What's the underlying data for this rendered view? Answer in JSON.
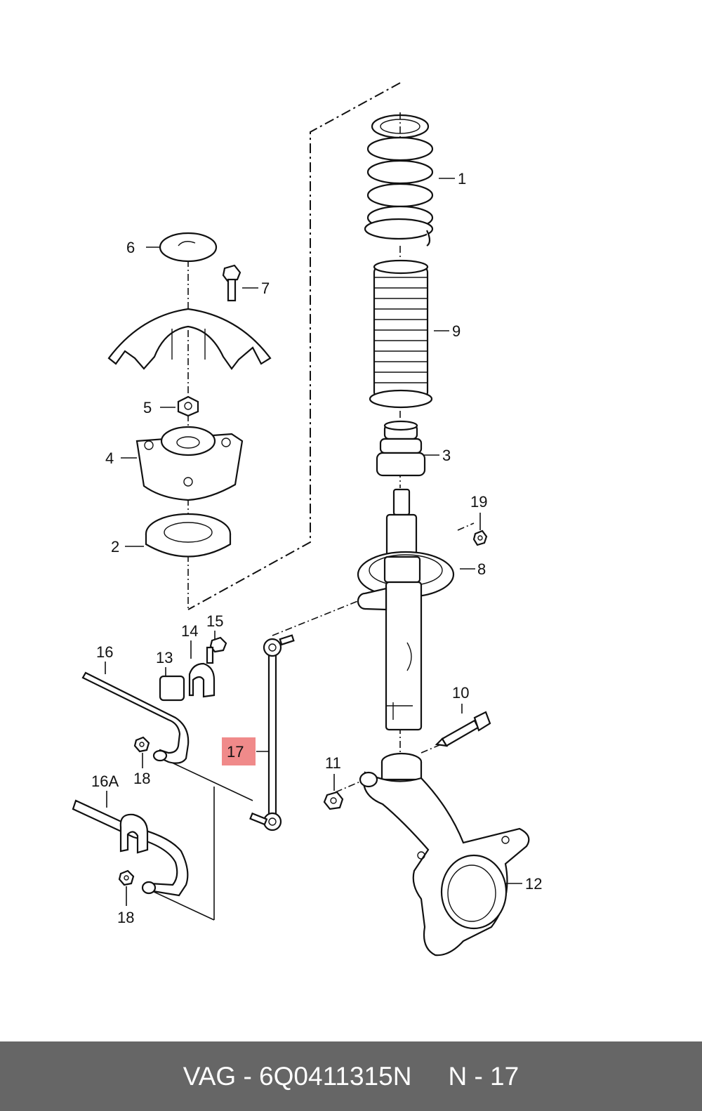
{
  "diagram": {
    "labels": {
      "p1": "1",
      "p2": "2",
      "p3": "3",
      "p4": "4",
      "p5": "5",
      "p6": "6",
      "p7": "7",
      "p8": "8",
      "p9": "9",
      "p10": "10",
      "p11": "11",
      "p12": "12",
      "p13": "13",
      "p14": "14",
      "p15": "15",
      "p16": "16",
      "p16a": "16A",
      "p17": "17",
      "p18a": "18",
      "p18b": "18",
      "p19": "19"
    },
    "highlight_color": "#f08a8a"
  },
  "footer": {
    "part_text": "VAG - 6Q0411315N",
    "ref_text": "N - 17",
    "background": "#666666"
  }
}
